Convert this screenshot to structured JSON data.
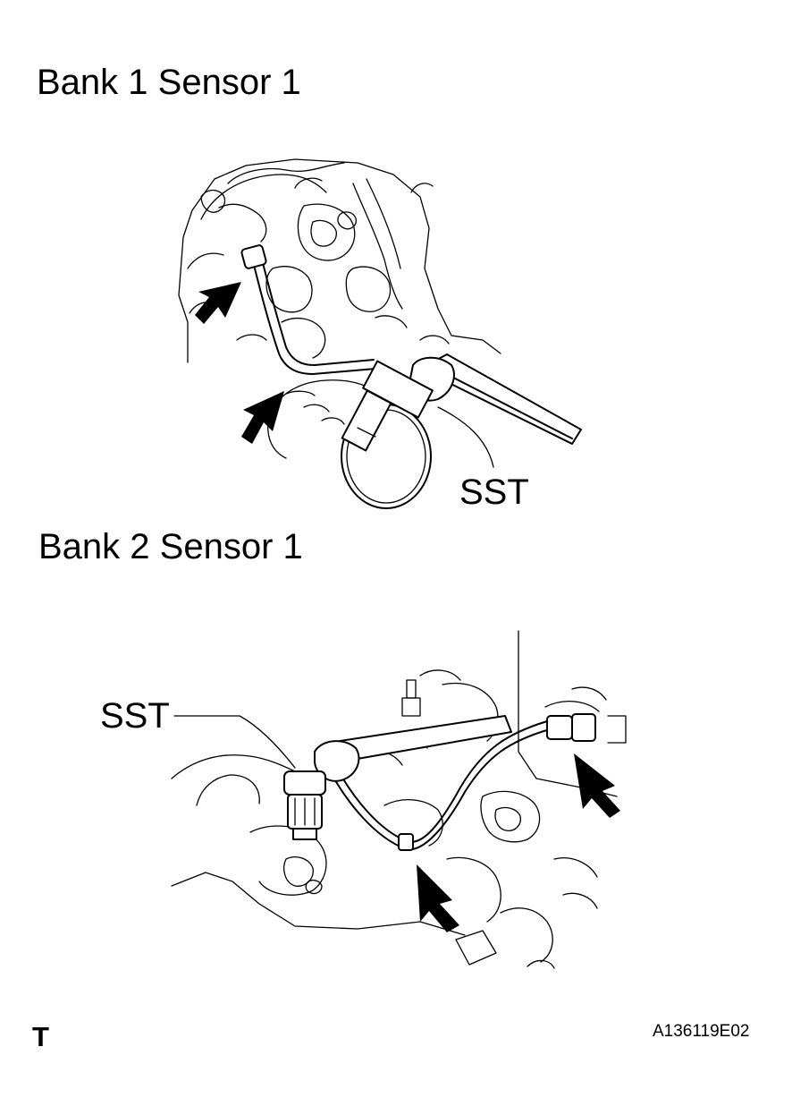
{
  "figure": {
    "bank1_heading": "Bank 1 Sensor 1",
    "bank1_tool_label": "SST",
    "bank2_heading": "Bank 2 Sensor 1",
    "bank2_tool_label": "SST",
    "corner_mark": "T",
    "figure_code": "A136119E02"
  }
}
